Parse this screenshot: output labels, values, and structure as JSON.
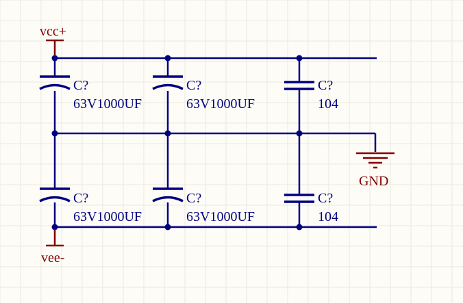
{
  "colors": {
    "background": "#fdfcf7",
    "grid": "#ebe9dd",
    "wire": "#00007f",
    "component": "#000080",
    "power": "#800000"
  },
  "power_ports": {
    "vcc": "vcc+",
    "vee": "vee-",
    "gnd": "GND"
  },
  "capacitors": [
    {
      "designator": "C?",
      "value": "63V1000UF",
      "type": "polarized"
    },
    {
      "designator": "C?",
      "value": "63V1000UF",
      "type": "polarized"
    },
    {
      "designator": "C?",
      "value": "104",
      "type": "non-polarized"
    },
    {
      "designator": "C?",
      "value": "63V1000UF",
      "type": "polarized"
    },
    {
      "designator": "C?",
      "value": "63V1000UF",
      "type": "polarized"
    },
    {
      "designator": "C?",
      "value": "104",
      "type": "non-polarized"
    }
  ]
}
